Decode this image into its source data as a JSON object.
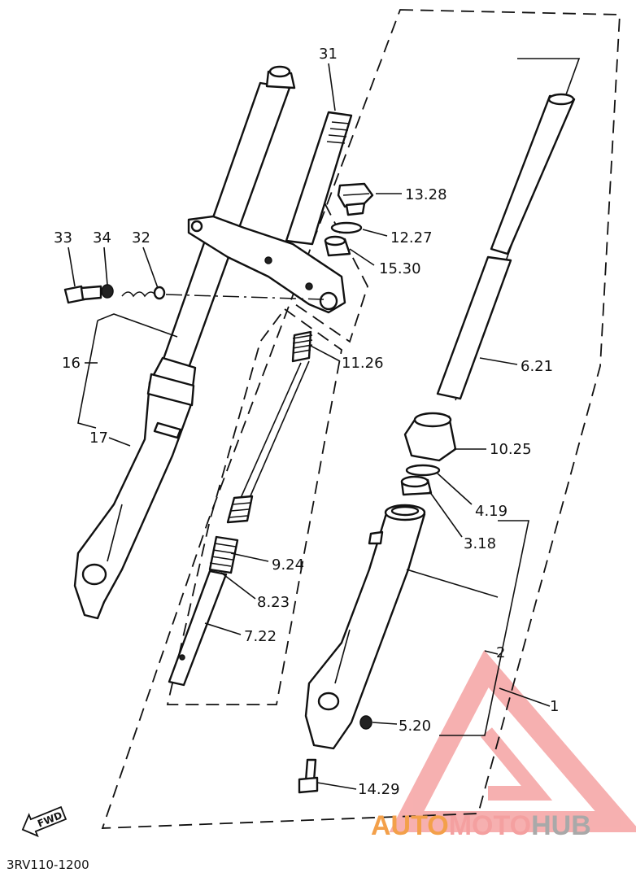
{
  "labels": {
    "p31": "31",
    "p13_28": "13.28",
    "p12_27": "12.27",
    "p15_30": "15.30",
    "p33": "33",
    "p34": "34",
    "p32": "32",
    "p16": "16",
    "p17": "17",
    "p11_26": "11.26",
    "p6_21": "6.21",
    "p10_25": "10.25",
    "p4_19": "4.19",
    "p3_18": "3.18",
    "p9_24": "9.24",
    "p8_23": "8.23",
    "p7_22": "7.22",
    "p2": "2",
    "p1": "1",
    "p5_20": "5.20",
    "p14_29": "14.29"
  },
  "fwd_arrow": "FWD",
  "diagram_code": "3RV110-1200",
  "watermark": {
    "part1": "AUTO",
    "part2": "MOTO",
    "part3": "HUB"
  },
  "colors": {
    "watermark_orange": "#f3a04a",
    "watermark_red": "#f4a0a0",
    "watermark_gray": "#a9a9a9",
    "line": "#111111"
  },
  "icons": [
    "fwd-arrow-icon",
    "watermark-logo-icon"
  ]
}
